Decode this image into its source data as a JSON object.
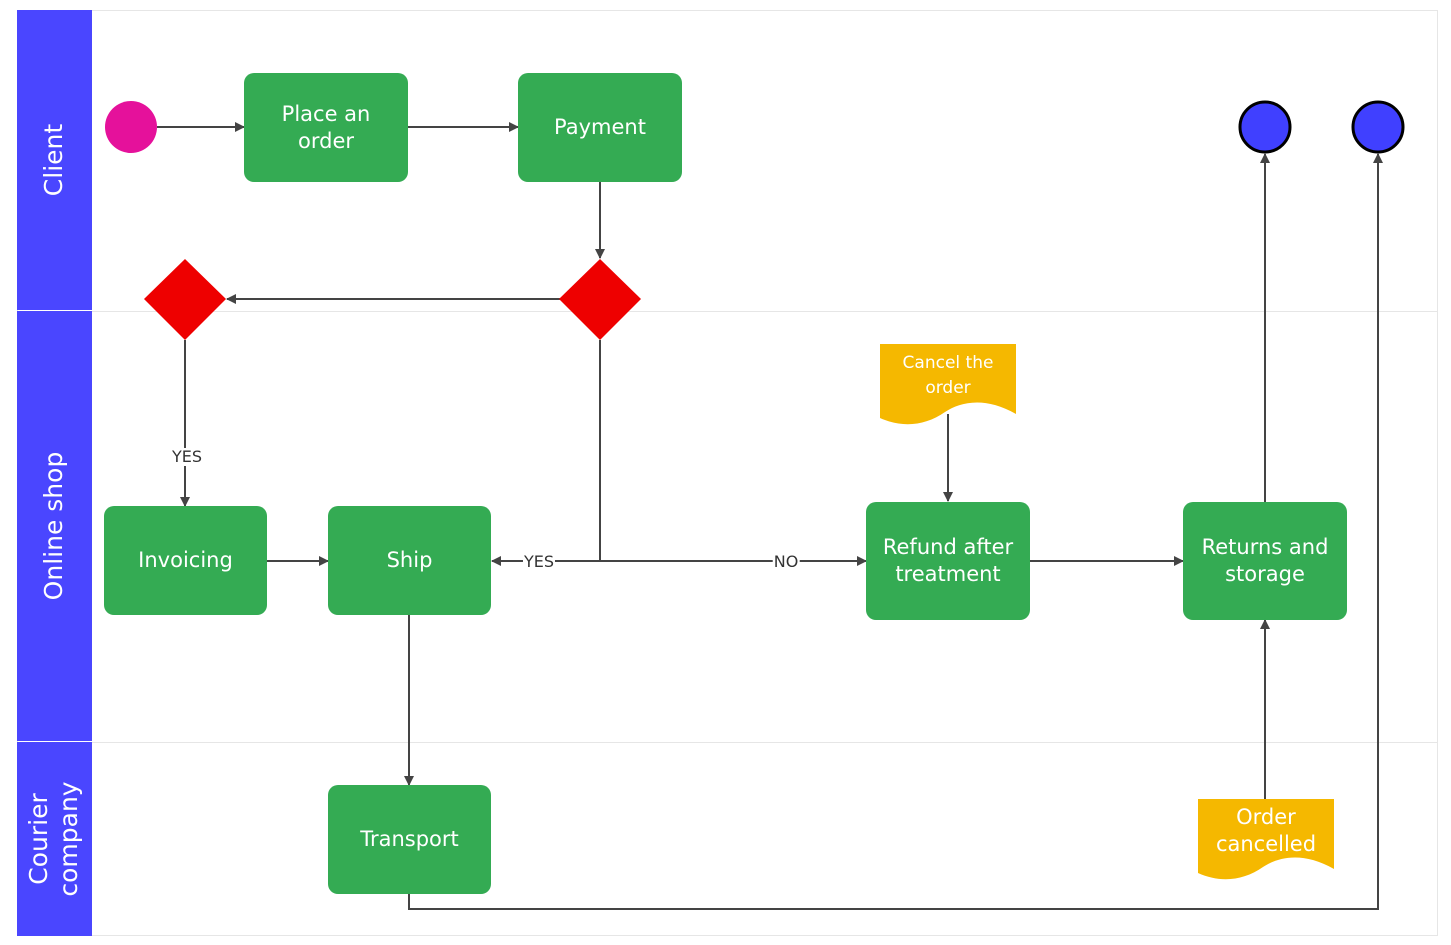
{
  "lanes": [
    {
      "label": "Client"
    },
    {
      "label": "Online shop"
    },
    {
      "label": "Courier\ncompany"
    }
  ],
  "tasks": {
    "place_order": "Place an\norder",
    "payment": "Payment",
    "invoicing": "Invoicing",
    "ship": "Ship",
    "refund": "Refund after\ntreatment",
    "returns": "Returns and\nstorage",
    "transport": "Transport"
  },
  "documents": {
    "cancel_order": "Cancel the\norder",
    "order_cancelled": "Order\ncancelled"
  },
  "edge_labels": {
    "yes_left": "YES",
    "yes_ship": "YES",
    "no_refund": "NO"
  },
  "colors": {
    "lane_header": "#4a46ff",
    "task": "#34ab53",
    "gateway": "#ee0000",
    "start_event": "#e5119b",
    "end_event": "#4040ff",
    "document": "#f5b800",
    "connector": "#444444"
  }
}
